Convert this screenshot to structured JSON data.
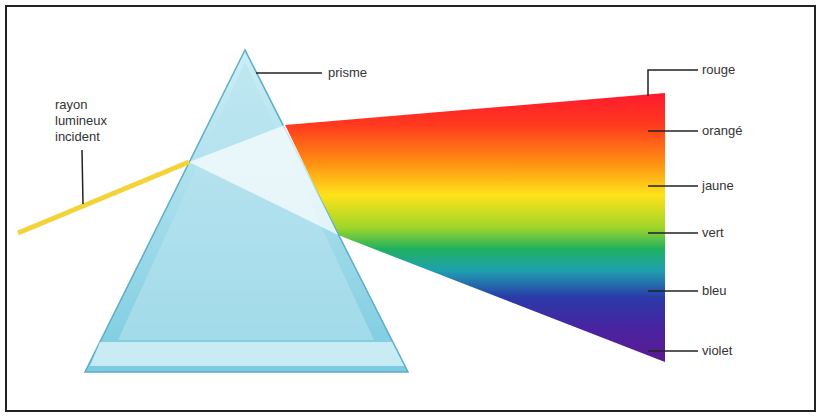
{
  "diagram": {
    "labels": [
      "rayon lumineux incident",
      "prisme",
      "rouge",
      "orangé",
      "jaune",
      "vert",
      "bleu",
      "violet"
    ]
  }
}
